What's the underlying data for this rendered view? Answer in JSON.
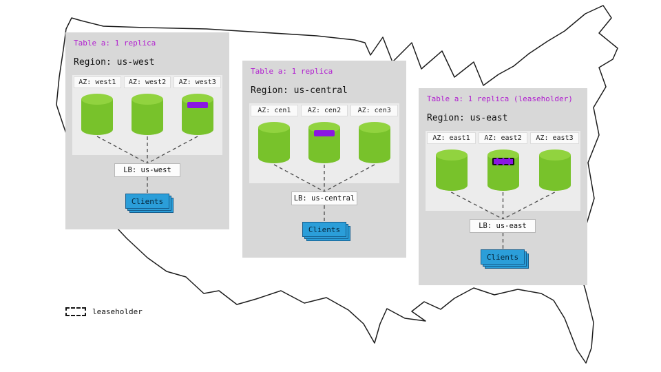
{
  "map": {
    "name": "united-states-outline"
  },
  "legend": {
    "label": "leaseholder"
  },
  "colors": {
    "panel_bg": "#d8d8d8",
    "az_bg": "#ececec",
    "replica_green": "#78c22b",
    "replica_green_top": "#91d33f",
    "range_purple": "#8a16e2",
    "title_magenta": "#b01dcf",
    "clients_blue": "#2b9ed9",
    "map_outline": "#1c1c1c"
  },
  "regions": [
    {
      "table_label": "Table a: 1 replica",
      "region_label": "Region: us-west",
      "azs": [
        {
          "label": "AZ: west1",
          "marker": "none"
        },
        {
          "label": "AZ: west2",
          "marker": "none"
        },
        {
          "label": "AZ: west3",
          "marker": "range"
        }
      ],
      "lb_label": "LB: us-west",
      "clients_label": "Clients"
    },
    {
      "table_label": "Table a: 1 replica",
      "region_label": "Region: us-central",
      "azs": [
        {
          "label": "AZ: cen1",
          "marker": "none"
        },
        {
          "label": "AZ: cen2",
          "marker": "range"
        },
        {
          "label": "AZ: cen3",
          "marker": "none"
        }
      ],
      "lb_label": "LB: us-central",
      "clients_label": "Clients"
    },
    {
      "table_label": "Table a: 1 replica (leaseholder)",
      "region_label": "Region: us-east",
      "azs": [
        {
          "label": "AZ: east1",
          "marker": "none"
        },
        {
          "label": "AZ: east2",
          "marker": "leaseholder"
        },
        {
          "label": "AZ: east3",
          "marker": "none"
        }
      ],
      "lb_label": "LB: us-east",
      "clients_label": "Clients"
    }
  ]
}
